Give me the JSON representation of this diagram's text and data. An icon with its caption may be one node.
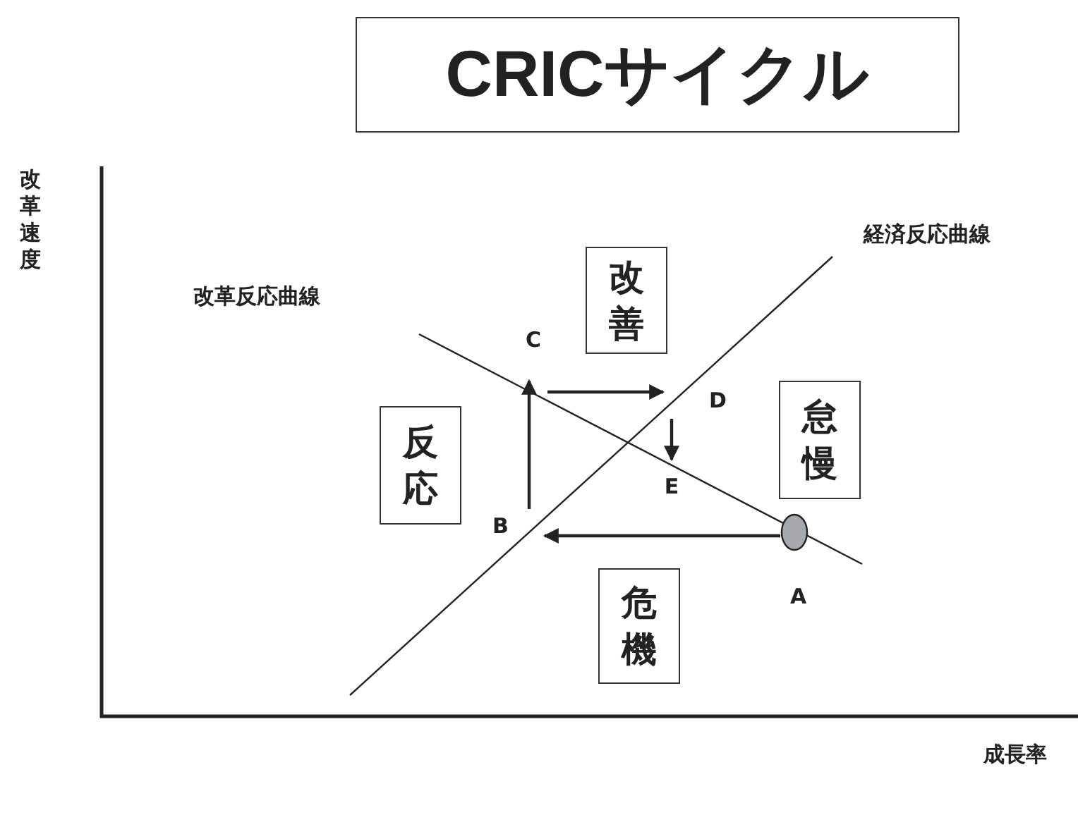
{
  "diagram": {
    "title": "CRICサイクル",
    "nodes": [
      {
        "text": [
          "改善"
        ]
      },
      {
        "text": [
          "怠慢"
        ]
      },
      {
        "text": [
          "反応"
        ]
      },
      {
        "text": [
          "危機"
        ]
      },
      {
        "text": [],
        "shape": "circle",
        "beside": [
          "A"
        ]
      },
      {
        "text": [
          "B"
        ]
      },
      {
        "text": [
          "C"
        ]
      },
      {
        "text": [
          "D"
        ]
      },
      {
        "text": [
          "E"
        ]
      }
    ],
    "edges": [
      {
        "from": 4,
        "to": 5,
        "arrow": "to"
      },
      {
        "from": 5,
        "to": 6,
        "arrow": "to"
      },
      {
        "from": 6,
        "to": 7,
        "arrow": "to"
      },
      {
        "from": 7,
        "to": 8,
        "arrow": "to"
      }
    ],
    "labels": [
      "改革速度",
      "経済反応曲線",
      "改革反応曲線",
      "成長率"
    ]
  }
}
